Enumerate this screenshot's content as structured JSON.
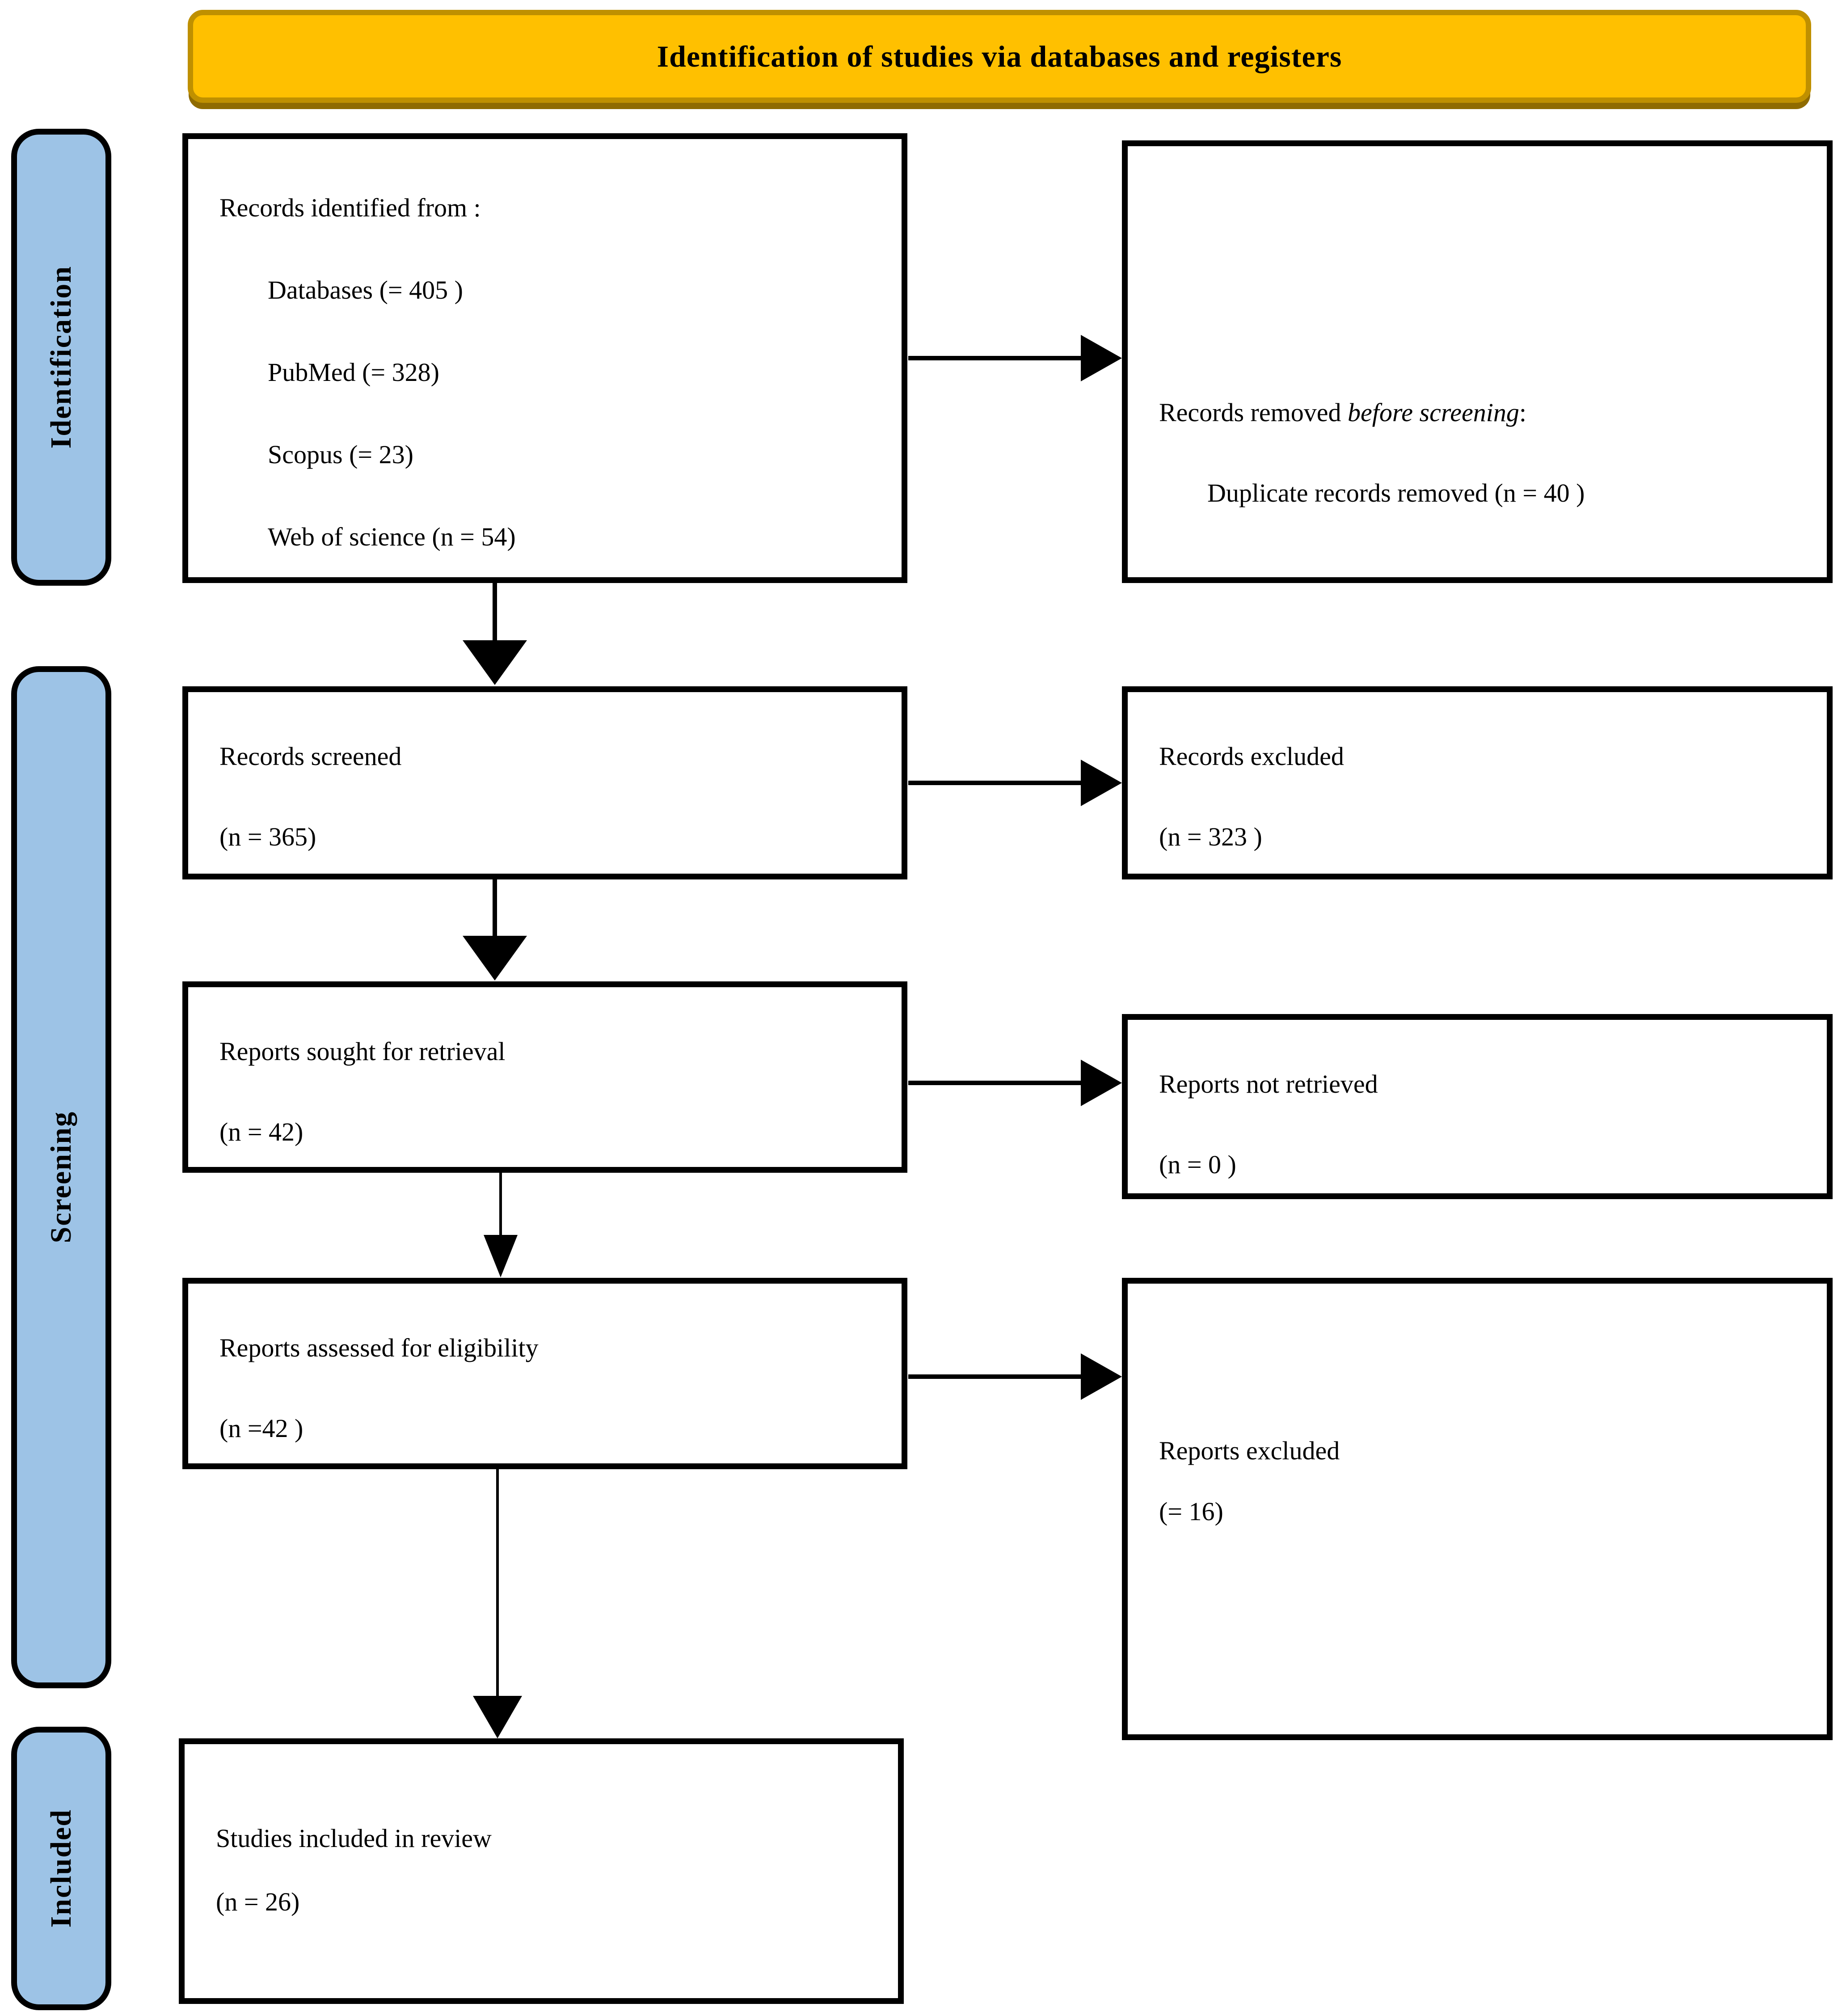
{
  "header": {
    "title": "Identification of studies via databases and registers"
  },
  "sidebar": {
    "identification_label": "Identification",
    "screening_label": "Screening",
    "included_label": "Included"
  },
  "boxes": {
    "records_identified": {
      "heading": "Records identified from :",
      "items": [
        "Databases (= 405 )",
        "PubMed (= 328)",
        "Scopus (= 23)",
        "Web of science (n = 54)"
      ]
    },
    "records_removed": {
      "prefix": "Records removed ",
      "italic": "before screening",
      "suffix": ":",
      "item": "Duplicate records removed (n = 40 )"
    },
    "records_screened": {
      "line1": "Records screened",
      "line2": "(n = 365)"
    },
    "records_excluded": {
      "line1": "Records excluded",
      "line2": "(n = 323 )"
    },
    "reports_sought": {
      "line1": "Reports sought for retrieval",
      "line2": "(n = 42)"
    },
    "reports_not_retrieved": {
      "line1": "Reports not retrieved",
      "line2": "(n = 0 )"
    },
    "reports_assessed": {
      "line1": "Reports assessed for eligibility",
      "line2": "(n =42 )"
    },
    "reports_excluded": {
      "line1": "Reports excluded",
      "line2": "(= 16)"
    },
    "studies_included": {
      "line1": "Studies included in review",
      "line2": "(n = 26)"
    }
  },
  "colors": {
    "banner_fill": "#FFC000",
    "banner_border": "#BF9000",
    "tab_fill": "#9DC3E6",
    "box_border": "#000000"
  }
}
